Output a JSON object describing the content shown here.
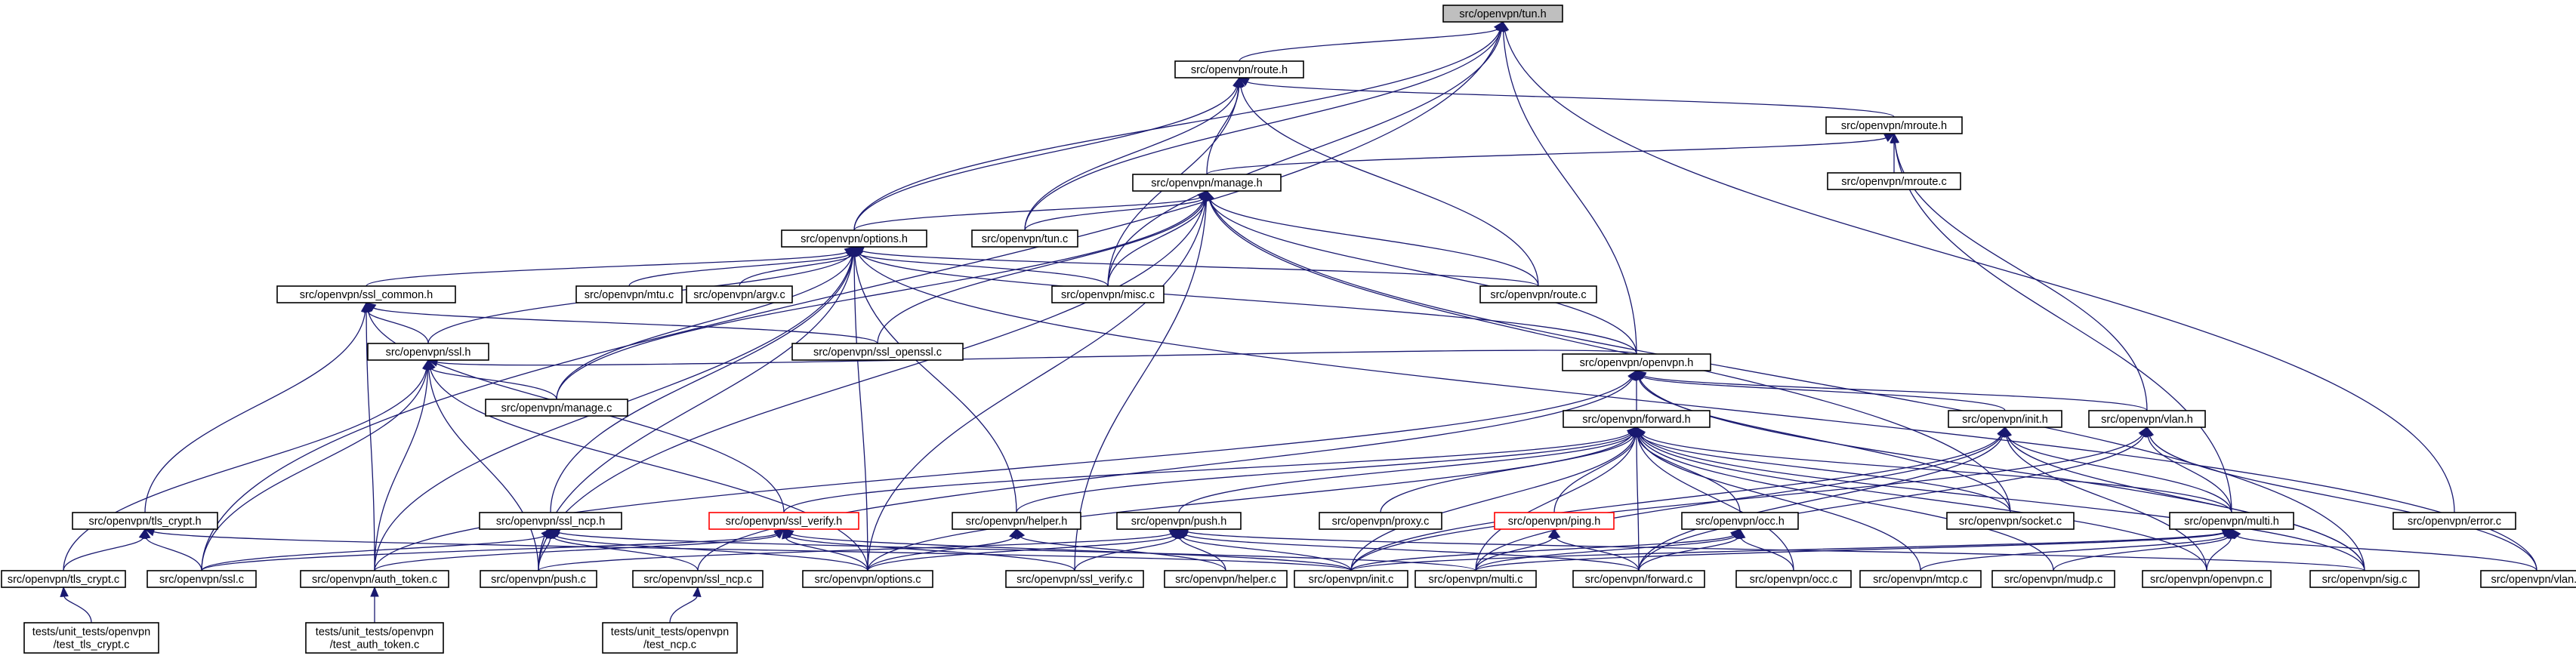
{
  "colors": {
    "edge": "#191970",
    "node_border": "#000000",
    "node_border_truncated": "#ff0000",
    "node_fill": "#ffffff",
    "root_fill": "#bfbfbf",
    "text": "#000000"
  },
  "graph": {
    "root": "tun_h",
    "nodes": [
      {
        "id": "tun_h",
        "label": "src/openvpn/tun.h",
        "root": true
      },
      {
        "id": "route_h",
        "label": "src/openvpn/route.h"
      },
      {
        "id": "mroute_h",
        "label": "src/openvpn/mroute.h"
      },
      {
        "id": "mroute_c",
        "label": "src/openvpn/mroute.c"
      },
      {
        "id": "manage_h",
        "label": "src/openvpn/manage.h"
      },
      {
        "id": "options_h",
        "label": "src/openvpn/options.h"
      },
      {
        "id": "tun_c",
        "label": "src/openvpn/tun.c"
      },
      {
        "id": "ssl_common_h",
        "label": "src/openvpn/ssl_common.h"
      },
      {
        "id": "mtu_c",
        "label": "src/openvpn/mtu.c"
      },
      {
        "id": "argv_c",
        "label": "src/openvpn/argv.c"
      },
      {
        "id": "misc_c",
        "label": "src/openvpn/misc.c"
      },
      {
        "id": "route_c",
        "label": "src/openvpn/route.c"
      },
      {
        "id": "ssl_h",
        "label": "src/openvpn/ssl.h"
      },
      {
        "id": "ssl_openssl_c",
        "label": "src/openvpn/ssl_openssl.c"
      },
      {
        "id": "manage_c",
        "label": "src/openvpn/manage.c"
      },
      {
        "id": "openvpn_h",
        "label": "src/openvpn/openvpn.h"
      },
      {
        "id": "forward_h",
        "label": "src/openvpn/forward.h"
      },
      {
        "id": "init_h",
        "label": "src/openvpn/init.h"
      },
      {
        "id": "vlan_h",
        "label": "src/openvpn/vlan.h"
      },
      {
        "id": "tls_crypt_h",
        "label": "src/openvpn/tls_crypt.h"
      },
      {
        "id": "ssl_ncp_h",
        "label": "src/openvpn/ssl_ncp.h"
      },
      {
        "id": "ssl_verify_h",
        "label": "src/openvpn/ssl_verify.h",
        "truncated": true
      },
      {
        "id": "helper_h",
        "label": "src/openvpn/helper.h"
      },
      {
        "id": "push_h",
        "label": "src/openvpn/push.h"
      },
      {
        "id": "proxy_c",
        "label": "src/openvpn/proxy.c"
      },
      {
        "id": "ping_h",
        "label": "src/openvpn/ping.h",
        "truncated": true
      },
      {
        "id": "occ_h",
        "label": "src/openvpn/occ.h"
      },
      {
        "id": "socket_c",
        "label": "src/openvpn/socket.c"
      },
      {
        "id": "multi_h",
        "label": "src/openvpn/multi.h"
      },
      {
        "id": "error_c",
        "label": "src/openvpn/error.c"
      },
      {
        "id": "tls_crypt_c",
        "label": "src/openvpn/tls_crypt.c"
      },
      {
        "id": "ssl_c",
        "label": "src/openvpn/ssl.c"
      },
      {
        "id": "auth_token_c",
        "label": "src/openvpn/auth_token.c"
      },
      {
        "id": "push_c",
        "label": "src/openvpn/push.c"
      },
      {
        "id": "ssl_ncp_c",
        "label": "src/openvpn/ssl_ncp.c"
      },
      {
        "id": "options_c",
        "label": "src/openvpn/options.c"
      },
      {
        "id": "ssl_verify_c",
        "label": "src/openvpn/ssl_verify.c"
      },
      {
        "id": "helper_c",
        "label": "src/openvpn/helper.c"
      },
      {
        "id": "init_c",
        "label": "src/openvpn/init.c"
      },
      {
        "id": "multi_c",
        "label": "src/openvpn/multi.c"
      },
      {
        "id": "forward_c",
        "label": "src/openvpn/forward.c"
      },
      {
        "id": "occ_c",
        "label": "src/openvpn/occ.c"
      },
      {
        "id": "mtcp_c",
        "label": "src/openvpn/mtcp.c"
      },
      {
        "id": "mudp_c",
        "label": "src/openvpn/mudp.c"
      },
      {
        "id": "openvpn_c",
        "label": "src/openvpn/openvpn.c"
      },
      {
        "id": "sig_c",
        "label": "src/openvpn/sig.c"
      },
      {
        "id": "vlan_c",
        "label": "src/openvpn/vlan.c"
      },
      {
        "id": "test_tls_crypt_c",
        "label": "tests/unit_tests/openvpn\n/test_tls_crypt.c"
      },
      {
        "id": "test_auth_token_c",
        "label": "tests/unit_tests/openvpn\n/test_auth_token.c"
      },
      {
        "id": "test_ncp_c",
        "label": "tests/unit_tests/openvpn\n/test_ncp.c"
      }
    ],
    "edges": [
      [
        "route_h",
        "tun_h"
      ],
      [
        "options_h",
        "tun_h"
      ],
      [
        "tun_c",
        "tun_h"
      ],
      [
        "misc_c",
        "tun_h"
      ],
      [
        "openvpn_h",
        "tun_h"
      ],
      [
        "error_c",
        "tun_h"
      ],
      [
        "ssl_c",
        "tun_h"
      ],
      [
        "mroute_h",
        "route_h"
      ],
      [
        "options_h",
        "route_h"
      ],
      [
        "tun_c",
        "route_h"
      ],
      [
        "misc_c",
        "route_h"
      ],
      [
        "route_c",
        "route_h"
      ],
      [
        "manage_h",
        "route_h"
      ],
      [
        "manage_h",
        "mroute_h"
      ],
      [
        "mroute_c",
        "mroute_h"
      ],
      [
        "vlan_h",
        "mroute_h"
      ],
      [
        "multi_h",
        "mroute_h"
      ],
      [
        "options_h",
        "manage_h"
      ],
      [
        "tun_c",
        "manage_h"
      ],
      [
        "misc_c",
        "manage_h"
      ],
      [
        "route_c",
        "manage_h"
      ],
      [
        "ssl_openssl_c",
        "manage_h"
      ],
      [
        "manage_c",
        "manage_h"
      ],
      [
        "openvpn_h",
        "manage_h"
      ],
      [
        "socket_c",
        "manage_h"
      ],
      [
        "options_c",
        "manage_h"
      ],
      [
        "ssl_verify_c",
        "manage_h"
      ],
      [
        "push_c",
        "manage_h"
      ],
      [
        "sig_c",
        "manage_h"
      ],
      [
        "ssl_common_h",
        "options_h"
      ],
      [
        "mtu_c",
        "options_h"
      ],
      [
        "argv_c",
        "options_h"
      ],
      [
        "misc_c",
        "options_h"
      ],
      [
        "route_c",
        "options_h"
      ],
      [
        "ssl_h",
        "options_h"
      ],
      [
        "manage_c",
        "options_h"
      ],
      [
        "openvpn_h",
        "options_h"
      ],
      [
        "ssl_ncp_h",
        "options_h"
      ],
      [
        "helper_h",
        "options_h"
      ],
      [
        "options_c",
        "options_h"
      ],
      [
        "push_c",
        "options_h"
      ],
      [
        "auth_token_c",
        "options_h"
      ],
      [
        "vlan_c",
        "options_h"
      ],
      [
        "ssl_h",
        "ssl_common_h"
      ],
      [
        "ssl_openssl_c",
        "ssl_common_h"
      ],
      [
        "tls_crypt_h",
        "ssl_common_h"
      ],
      [
        "ssl_verify_h",
        "ssl_common_h"
      ],
      [
        "auth_token_c",
        "ssl_common_h"
      ],
      [
        "manage_c",
        "ssl_h"
      ],
      [
        "openvpn_h",
        "ssl_h"
      ],
      [
        "tls_crypt_c",
        "ssl_h"
      ],
      [
        "ssl_c",
        "ssl_h"
      ],
      [
        "auth_token_c",
        "ssl_h"
      ],
      [
        "push_c",
        "ssl_h"
      ],
      [
        "options_c",
        "ssl_h"
      ],
      [
        "forward_h",
        "openvpn_h"
      ],
      [
        "init_h",
        "openvpn_h"
      ],
      [
        "vlan_h",
        "openvpn_h"
      ],
      [
        "socket_c",
        "openvpn_h"
      ],
      [
        "ssl_ncp_c",
        "openvpn_h"
      ],
      [
        "auth_token_c",
        "openvpn_h"
      ],
      [
        "sig_c",
        "openvpn_h"
      ],
      [
        "proxy_c",
        "forward_h"
      ],
      [
        "ping_h",
        "forward_h"
      ],
      [
        "occ_h",
        "forward_h"
      ],
      [
        "socket_c",
        "forward_h"
      ],
      [
        "multi_h",
        "forward_h"
      ],
      [
        "push_h",
        "forward_h"
      ],
      [
        "ssl_verify_h",
        "forward_h"
      ],
      [
        "helper_h",
        "forward_h"
      ],
      [
        "options_c",
        "forward_h"
      ],
      [
        "init_c",
        "forward_h"
      ],
      [
        "multi_c",
        "forward_h"
      ],
      [
        "forward_c",
        "forward_h"
      ],
      [
        "occ_c",
        "forward_h"
      ],
      [
        "mtcp_c",
        "forward_h"
      ],
      [
        "mudp_c",
        "forward_h"
      ],
      [
        "openvpn_c",
        "forward_h"
      ],
      [
        "sig_c",
        "forward_h"
      ],
      [
        "init_c",
        "init_h"
      ],
      [
        "multi_c",
        "init_h"
      ],
      [
        "forward_c",
        "init_h"
      ],
      [
        "openvpn_c",
        "init_h"
      ],
      [
        "sig_c",
        "init_h"
      ],
      [
        "multi_h",
        "init_h"
      ],
      [
        "multi_h",
        "vlan_h"
      ],
      [
        "vlan_c",
        "vlan_h"
      ],
      [
        "init_c",
        "vlan_h"
      ],
      [
        "forward_c",
        "vlan_h"
      ],
      [
        "forward_c",
        "ping_h"
      ],
      [
        "multi_c",
        "ping_h"
      ],
      [
        "forward_c",
        "occ_h"
      ],
      [
        "occ_c",
        "occ_h"
      ],
      [
        "init_c",
        "occ_h"
      ],
      [
        "multi_c",
        "occ_h"
      ],
      [
        "init_c",
        "multi_h"
      ],
      [
        "multi_c",
        "multi_h"
      ],
      [
        "mtcp_c",
        "multi_h"
      ],
      [
        "mudp_c",
        "multi_h"
      ],
      [
        "openvpn_c",
        "multi_h"
      ],
      [
        "vlan_c",
        "multi_h"
      ],
      [
        "tls_crypt_c",
        "tls_crypt_h"
      ],
      [
        "ssl_c",
        "tls_crypt_h"
      ],
      [
        "init_c",
        "tls_crypt_h"
      ],
      [
        "ssl_c",
        "ssl_ncp_h"
      ],
      [
        "push_c",
        "ssl_ncp_h"
      ],
      [
        "ssl_ncp_c",
        "ssl_ncp_h"
      ],
      [
        "options_c",
        "ssl_ncp_h"
      ],
      [
        "multi_c",
        "ssl_ncp_h"
      ],
      [
        "auth_token_c",
        "ssl_verify_h"
      ],
      [
        "ssl_c",
        "ssl_verify_h"
      ],
      [
        "options_c",
        "ssl_verify_h"
      ],
      [
        "ssl_verify_c",
        "ssl_verify_h"
      ],
      [
        "init_c",
        "ssl_verify_h"
      ],
      [
        "helper_c",
        "helper_h"
      ],
      [
        "options_c",
        "helper_h"
      ],
      [
        "options_c",
        "push_h"
      ],
      [
        "push_c",
        "push_h"
      ],
      [
        "ssl_verify_c",
        "push_h"
      ],
      [
        "helper_c",
        "push_h"
      ],
      [
        "init_c",
        "push_h"
      ],
      [
        "forward_c",
        "push_h"
      ],
      [
        "sig_c",
        "push_h"
      ],
      [
        "test_tls_crypt_c",
        "tls_crypt_c"
      ],
      [
        "test_auth_token_c",
        "auth_token_c"
      ],
      [
        "test_ncp_c",
        "ssl_ncp_c"
      ]
    ]
  }
}
